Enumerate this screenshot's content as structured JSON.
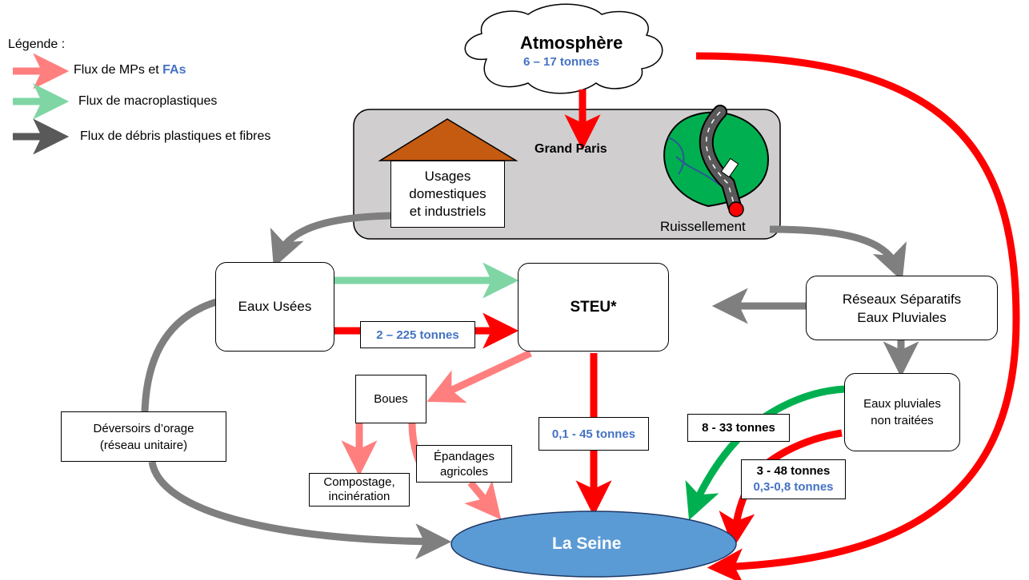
{
  "legend": {
    "title": "Légende :",
    "items": [
      {
        "prefix": "Flux de MPs et ",
        "highlight": "FAs",
        "color": "#FF7F7F"
      },
      {
        "prefix": "Flux de macroplastiques",
        "highlight": "",
        "color": "#7FD6A4"
      },
      {
        "prefix": "Flux de débris plastiques et fibres",
        "highlight": "",
        "color": "#595959"
      }
    ]
  },
  "nodes": {
    "atmosphere": {
      "title": "Atmosphère",
      "value": "6 – 17 tonnes"
    },
    "grand_paris": {
      "title": "Grand Paris"
    },
    "usages": {
      "line1": "Usages",
      "line2": "domestiques",
      "line3": "et industriels"
    },
    "ruissellement": {
      "label": "Ruissellement"
    },
    "eaux_usees": {
      "label": "Eaux Usées"
    },
    "steu": {
      "label": "STEU*"
    },
    "reseaux": {
      "line1": "Réseaux Séparatifs",
      "line2": "Eaux Pluviales"
    },
    "eaux_pluviales": {
      "line1": "Eaux pluviales",
      "line2": "non traitées"
    },
    "boues": {
      "label": "Boues"
    },
    "compostage": {
      "line1": "Compostage,",
      "line2": "incinération"
    },
    "epandages": {
      "line1": "Épandages",
      "line2": "agricoles"
    },
    "deversoirs": {
      "line1": "Déversoirs d’orage",
      "line2": "(réseau unitaire)"
    },
    "la_seine": {
      "label": "La Seine"
    }
  },
  "flows": {
    "eaux_usees_to_steu": "2 – 225 tonnes",
    "steu_to_seine": "0,1 - 45 tonnes",
    "macro_pluviales": "8 - 33 tonnes",
    "mp_pluviales": "3 - 48 tonnes",
    "fa_pluviales": "0,3-0,8 tonnes"
  },
  "colors": {
    "red": "#FF0000",
    "salmon": "#FF7F7F",
    "mint": "#7FD6A4",
    "green": "#00B050",
    "gray": "#7F7F7F",
    "darkgray": "#595959",
    "blue": "#4472C4",
    "seine": "#5B9BD5",
    "roof": "#C55A11",
    "grand_paris_bg": "#D0CECE"
  }
}
